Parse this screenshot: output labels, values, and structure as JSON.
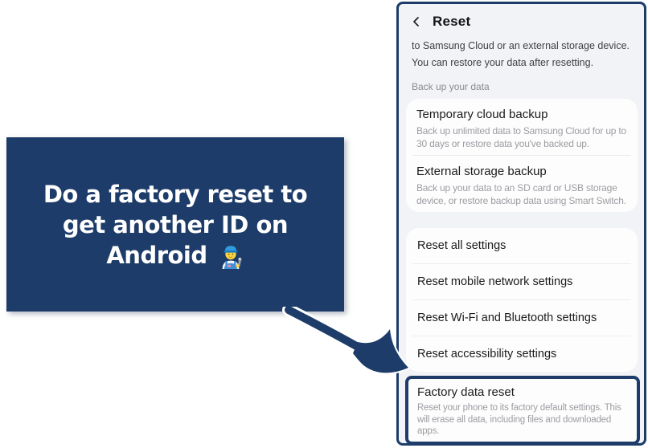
{
  "callout": {
    "lines": [
      "Do a factory reset to",
      "get another ID on",
      "Android"
    ],
    "emoji": "🧑‍🔧",
    "emoji_name": "mechanic-emoji",
    "bg_color": "#1d3c69",
    "text_color": "#ffffff"
  },
  "arrow": {
    "description": "curved navy arrow pointing to Factory data reset",
    "color": "#1d3c69"
  },
  "phone": {
    "header": {
      "back_icon": "chevron-left",
      "title": "Reset"
    },
    "intro_lines": [
      "to Samsung Cloud or an external storage device.",
      "You can restore your data after resetting."
    ],
    "section_label": "Back up your data",
    "backup_items": [
      {
        "title": "Temporary cloud backup",
        "description": "Back up unlimited data to Samsung Cloud for up to 30 days or restore data you've backed up."
      },
      {
        "title": "External storage backup",
        "description": "Back up your data to an SD card or USB storage device, or restore backup data using Smart Switch."
      }
    ],
    "reset_items": [
      "Reset all settings",
      "Reset mobile network settings",
      "Reset Wi-Fi and Bluetooth settings",
      "Reset accessibility settings"
    ],
    "factory_reset": {
      "title": "Factory data reset",
      "description": "Reset your phone to its factory default settings. This will erase all data, including files and downloaded apps."
    }
  },
  "colors": {
    "navy": "#1d3c69",
    "page_bg": "#f2f3f6",
    "card_bg": "#fdfdfe",
    "divider": "#ececef",
    "text_primary": "#1b1b1d",
    "text_secondary": "#9d9da2"
  }
}
